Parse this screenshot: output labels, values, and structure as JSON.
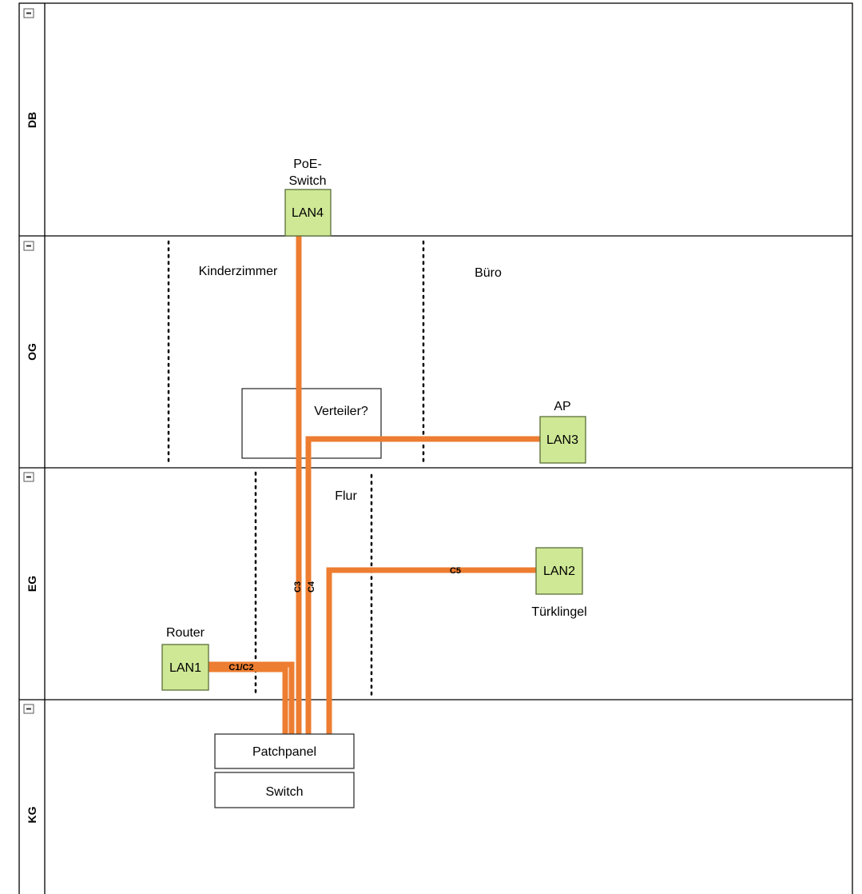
{
  "diagram": {
    "lanes": [
      {
        "id": "db",
        "label": "DB"
      },
      {
        "id": "og",
        "label": "OG"
      },
      {
        "id": "eg",
        "label": "EG"
      },
      {
        "id": "kg",
        "label": "KG"
      }
    ],
    "rooms": {
      "kinderzimmer": "Kinderzimmer",
      "buero": "Büro",
      "flur": "Flur"
    },
    "devices": {
      "lan4": {
        "label": "LAN4",
        "caption_line1": "PoE-",
        "caption_line2": "Switch"
      },
      "lan3": {
        "label": "LAN3",
        "caption": "AP"
      },
      "lan2": {
        "label": "LAN2",
        "caption": "Türklingel"
      },
      "lan1": {
        "label": "LAN1",
        "caption": "Router"
      }
    },
    "boxes": {
      "verteiler": "Verteiler?",
      "patchpanel": "Patchpanel",
      "switch": "Switch"
    },
    "cable_labels": {
      "c1c2": "C1/C2",
      "c3": "C3",
      "c4": "C4",
      "c5": "C5"
    },
    "colors": {
      "device_fill": "#cfe895",
      "device_stroke": "#5a6e3a",
      "cable": "#ed7d31",
      "lane_border": "#000000"
    }
  }
}
